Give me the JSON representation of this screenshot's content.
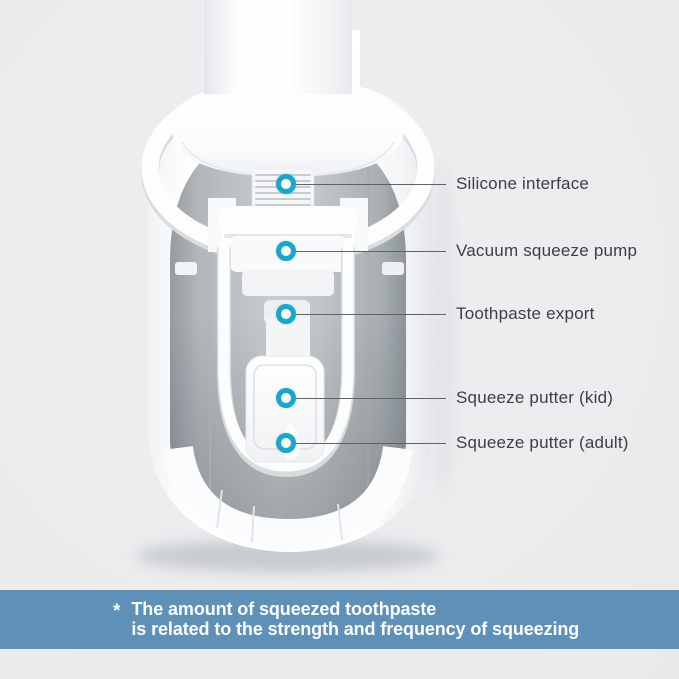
{
  "figure": {
    "description": "Cutaway view of a wall-mounted automatic toothpaste dispenser with a toothpaste tube inserted from the top",
    "background_color": "#e9ebec",
    "shell_color": "#ffffff",
    "interior_color": "#b9bec2"
  },
  "callouts": [
    {
      "label": "Silicone interface"
    },
    {
      "label": "Vacuum squeeze pump"
    },
    {
      "label": "Toothpaste export"
    },
    {
      "label": "Squeeze putter (kid)"
    },
    {
      "label": "Squeeze putter (adult)"
    }
  ],
  "callout_style": {
    "dot_ring_color": "#1ba7cc",
    "dot_fill_color": "#ffffff",
    "leader_color": "#5f6366",
    "label_color": "#3c4043"
  },
  "footnote": {
    "marker": "*",
    "line1": "The amount of squeezed toothpaste",
    "line2": "is related to the strength and frequency of squeezing",
    "band_color": "#5e90b8",
    "text_color": "#ffffff"
  }
}
